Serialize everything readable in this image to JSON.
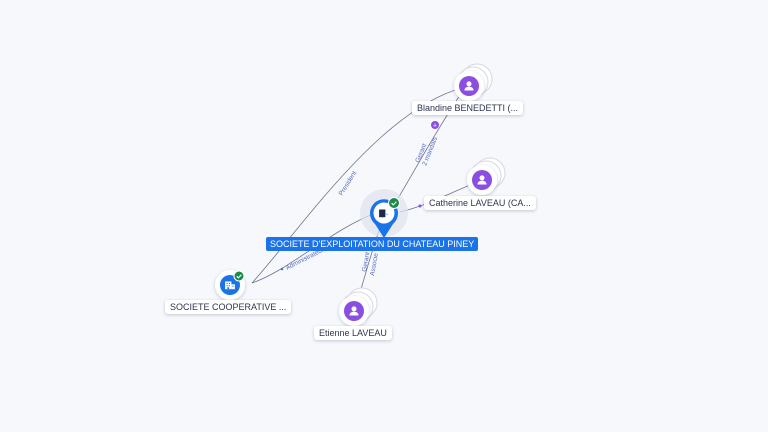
{
  "main_entity": {
    "label": "SOCIETE D'EXPLOITATION DU CHATEAU PINEY"
  },
  "nodes": [
    {
      "label": "Blandine BENEDETTI (..."
    },
    {
      "label": "Catherine LAVEAU (CA..."
    },
    {
      "label": "Etienne LAVEAU"
    },
    {
      "label": "SOCIETE COOPERATIVE ..."
    }
  ],
  "edges": {
    "president": "President",
    "administrateur": "Administrateur",
    "gerant_1": "Gerant",
    "gerant_2": "2 mandats",
    "gerant_associe_1": "Gerant",
    "gerant_associe_2": "Associe"
  },
  "colors": {
    "accent": "#1a73e8",
    "person": "#8a4fe0",
    "check": "#1e8a4a"
  }
}
